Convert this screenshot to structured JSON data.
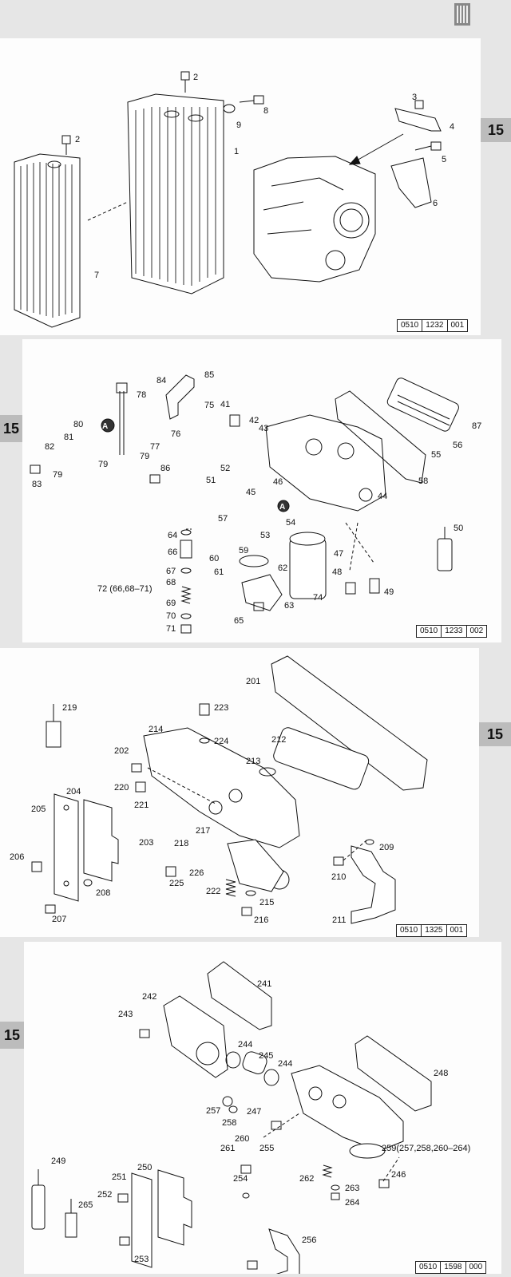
{
  "section_tab": "15",
  "panels": [
    {
      "ref": [
        "0510",
        "1232",
        "001"
      ],
      "callouts": [
        "1",
        "2",
        "2",
        "3",
        "4",
        "5",
        "6",
        "7",
        "8",
        "9"
      ]
    },
    {
      "ref": [
        "0510",
        "1233",
        "002"
      ],
      "marker": "A",
      "callouts": [
        "41",
        "42",
        "43",
        "44",
        "45",
        "46",
        "47",
        "48",
        "49",
        "50",
        "51",
        "52",
        "53",
        "54",
        "55",
        "56",
        "57",
        "58",
        "59",
        "60",
        "61",
        "62",
        "63",
        "64",
        "65",
        "66",
        "67",
        "68",
        "69",
        "70",
        "71",
        "72 (66,68–71)",
        "74",
        "75",
        "76",
        "77",
        "78",
        "79",
        "79",
        "79",
        "80",
        "81",
        "82",
        "83",
        "84",
        "85",
        "86",
        "87"
      ]
    },
    {
      "ref": [
        "0510",
        "1325",
        "001"
      ],
      "callouts": [
        "201",
        "202",
        "203",
        "204",
        "205",
        "206",
        "207",
        "208",
        "209",
        "210",
        "211",
        "212",
        "213",
        "214",
        "215",
        "216",
        "217",
        "218",
        "219",
        "220",
        "221",
        "222",
        "223",
        "224",
        "225",
        "226"
      ]
    },
    {
      "ref": [
        "0510",
        "1598",
        "000"
      ],
      "callouts": [
        "241",
        "242",
        "243",
        "244",
        "244",
        "245",
        "246",
        "247",
        "248",
        "249",
        "250",
        "251",
        "252",
        "253",
        "254",
        "255",
        "256",
        "257",
        "258",
        "259(257,258,260–264)",
        "260",
        "261",
        "262",
        "263",
        "264",
        "265"
      ]
    }
  ]
}
